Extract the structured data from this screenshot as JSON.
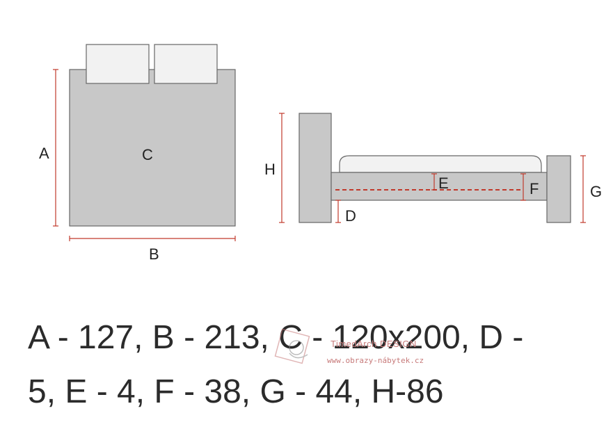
{
  "labels": {
    "a": "A",
    "b": "B",
    "c": "C",
    "d": "D",
    "e": "E",
    "f": "F",
    "g": "G",
    "h": "H"
  },
  "specs": {
    "line1": "A - 127, B - 213, C - 120x200, D -",
    "line2": "5, E - 4, F - 38, G - 44, H-86"
  },
  "watermark": {
    "brand": "TimedArch DESIGN",
    "url": "www.obrazy-nábytek.cz"
  },
  "colors": {
    "bed_fill": "#c8c8c8",
    "outline": "#555555",
    "dimension_line": "#c0392b",
    "pillow_fill": "#f2f2f2"
  }
}
